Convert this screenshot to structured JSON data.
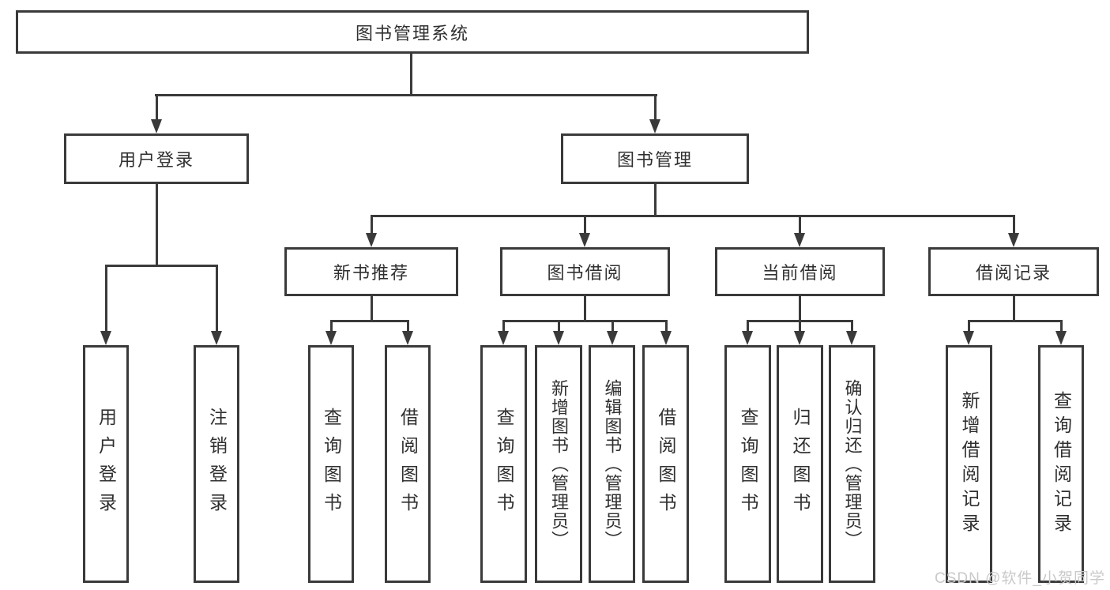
{
  "diagram": {
    "root": {
      "label": "图书管理系统"
    },
    "branches": {
      "user_login": {
        "label": "用户登录"
      },
      "book_management": {
        "label": "图书管理"
      }
    },
    "modules": {
      "new_book_recommend": {
        "label": "新书推荐"
      },
      "book_borrowing": {
        "label": "图书借阅"
      },
      "current_borrowing": {
        "label": "当前借阅"
      },
      "borrowing_records": {
        "label": "借阅记录"
      }
    },
    "functions": {
      "user_login": {
        "label": "用户登录"
      },
      "logout": {
        "label": "注销登录"
      },
      "recommend_query_books": {
        "label": "查询图书"
      },
      "recommend_borrow_books": {
        "label": "借阅图书"
      },
      "borrow_query_books": {
        "label": "查询图书"
      },
      "borrow_add_books": {
        "label": "新增图书（管理员）"
      },
      "borrow_edit_books": {
        "label": "编辑图书（管理员）"
      },
      "borrow_borrow_books": {
        "label": "借阅图书"
      },
      "current_query_books": {
        "label": "查询图书"
      },
      "current_return_books": {
        "label": "归还图书"
      },
      "current_confirm_return": {
        "label": "确认归还（管理员）"
      },
      "records_add_record": {
        "label": "新增借阅记录"
      },
      "records_query_record": {
        "label": "查询借阅记录"
      }
    },
    "watermark": {
      "text": "CSDN @软件_小贺同学"
    },
    "colors": {
      "line": "#3a3a3a",
      "text": "#303030",
      "watermark": "#c9c9c9",
      "background": "#ffffff"
    }
  }
}
